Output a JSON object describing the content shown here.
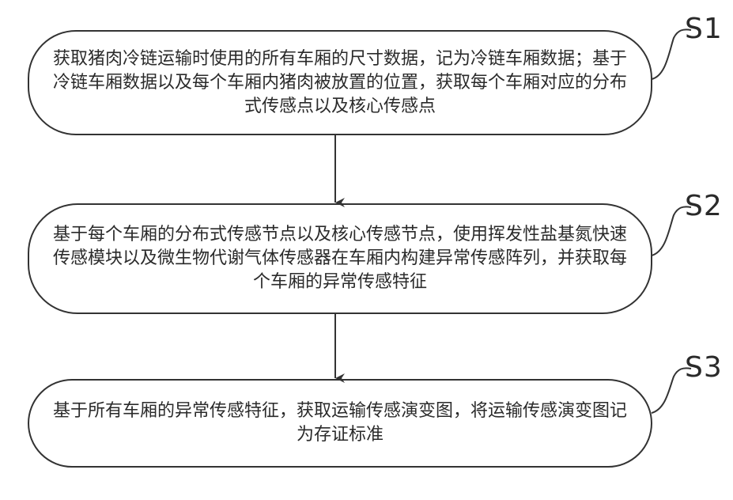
{
  "steps": [
    {
      "label": "S1",
      "text": "获取猪肉冷链运输时使用的所有车厢的尺寸数据，记为冷链车厢数据；基于冷链车厢数据以及每个车厢内猪肉被放置的位置，获取每个车厢对应的分布式传感点以及核心传感点"
    },
    {
      "label": "S2",
      "text": "基于每个车厢的分布式传感节点以及核心传感节点，使用挥发性盐基氮快速传感模块以及微生物代谢气体传感器在车厢内构建异常传感阵列，并获取每个车厢的异常传感特征"
    },
    {
      "label": "S3",
      "text": "基于所有车厢的异常传感特征，获取运输传感演变图，将运输传感演变图记为存证标准"
    }
  ]
}
